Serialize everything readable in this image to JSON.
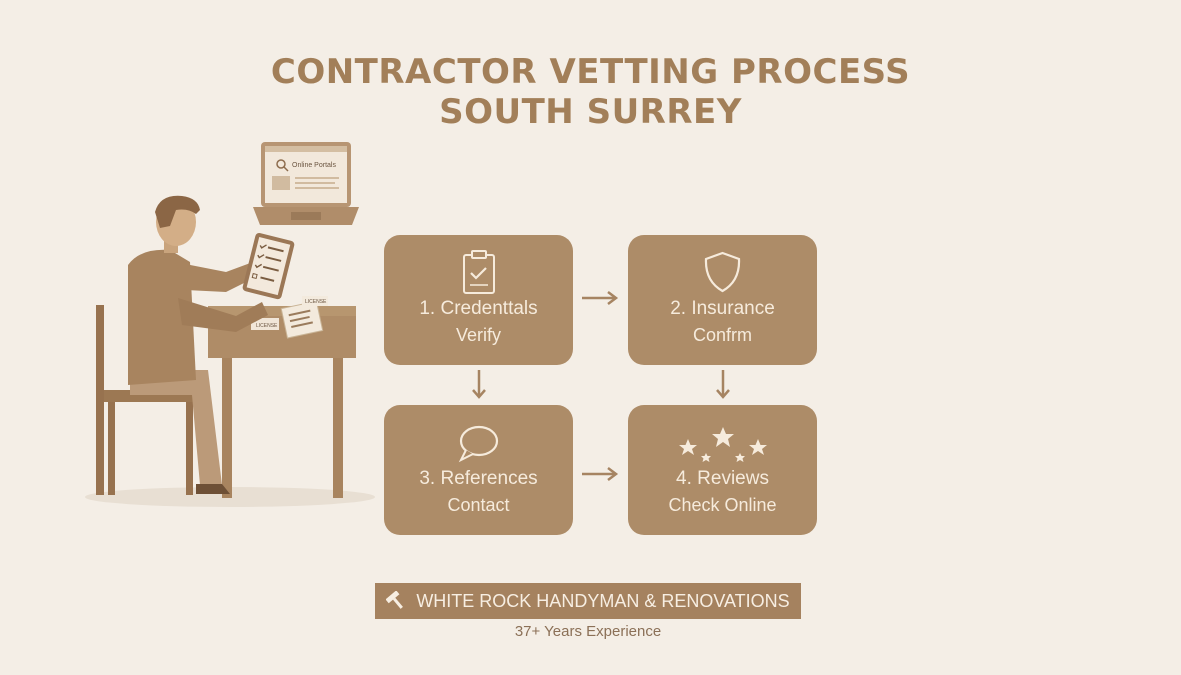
{
  "title": {
    "line1": "CONTRACTOR VETTING PROCESS",
    "line2": "SOUTH SURREY"
  },
  "illustration": {
    "laptop_label": "Online Portals",
    "desk_paper_label": "LICENSE",
    "paper_label_2": "LICENSE"
  },
  "steps": [
    {
      "line1": "1. Credenttals",
      "line2": "Verify",
      "icon": "clipboard-check-icon"
    },
    {
      "line1": "2. Insurance",
      "line2": "Confrm",
      "icon": "shield-icon"
    },
    {
      "line1": "3. References",
      "line2": "Contact",
      "icon": "speech-bubble-icon"
    },
    {
      "line1": "4. Reviews",
      "line2": "Check Online",
      "icon": "stars-icon"
    }
  ],
  "footer": {
    "banner": "WHITE ROCK HANDYMAN & RENOVATIONS",
    "subtitle": "37+ Years Experience"
  },
  "colors": {
    "background": "#f4eee6",
    "card": "#ad8c68",
    "title": "#a27f59",
    "banner": "#a5825f"
  }
}
